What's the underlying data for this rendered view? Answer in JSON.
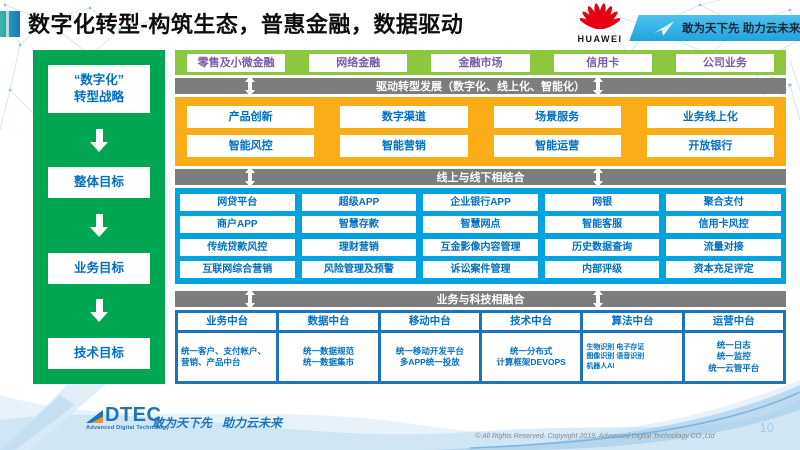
{
  "page": {
    "title": "数字化转型-构筑生态，普惠金融，数据驱动",
    "page_number": "10"
  },
  "header": {
    "brand": "HUAWEI",
    "slogan": "敢为天下先 助力云未来"
  },
  "strategy_panel": {
    "items": [
      {
        "label": "“数字化”\n转型战略"
      },
      {
        "label": "整体目标"
      },
      {
        "label": "业务目标"
      },
      {
        "label": "技术目标"
      }
    ]
  },
  "business_lines": [
    "零售及小微金融",
    "网络金融",
    "金融市场",
    "信用卡",
    "公司业务"
  ],
  "banners": {
    "drive": "驱动转型发展（数字化、线上化、智能化）",
    "online_offline": "线上与线下相结合",
    "tech_fusion": "业务与科技相融合"
  },
  "transform_grid": {
    "rows": [
      [
        "产品创新",
        "数字渠道",
        "场景服务",
        "业务线上化"
      ],
      [
        "智能风控",
        "智能营销",
        "智能运营",
        "开放银行"
      ]
    ]
  },
  "channel_grid": {
    "rows": [
      [
        "网贷平台",
        "超级APP",
        "企业银行APP",
        "网银",
        "聚合支付"
      ],
      [
        "商户APP",
        "智慧存款",
        "智慧网点",
        "智能客服",
        "信用卡风控"
      ],
      [
        "传统贷款风控",
        "理财营销",
        "互金影像内容管理",
        "历史数据查询",
        "流量对接"
      ],
      [
        "互联网综合营销",
        "风险管理及预警",
        "诉讼案件管理",
        "内部评级",
        "资本充足评定"
      ]
    ]
  },
  "middle_platforms": [
    {
      "title": "业务中台",
      "detail": "统一客户、支付帐户、营销、产品中台"
    },
    {
      "title": "数据中台",
      "detail": "统一数据规范\n统一数据集市"
    },
    {
      "title": "移动中台",
      "detail": "统一移动开发平台\n多APP统一投放"
    },
    {
      "title": "技术中台",
      "detail": "统一分布式\n计算框架DEVOPS"
    },
    {
      "title": "算法中台",
      "detail": "生物识别 电子存证\n图像识别 语音识别\n机器人AI"
    },
    {
      "title": "运营中台",
      "detail": "统一日志\n统一监控\n统一云管平台"
    }
  ],
  "footer": {
    "logo_text": "DTEC",
    "logo_subtext": "Advanced Digital Technology",
    "tagline": "敢为天下先   助力云未来",
    "copyright": "© All Rights Reserved. Copyright 2019, Advanced Digital Technology CO.,Ltd"
  },
  "colors": {
    "sidebar_green": "#00A651",
    "line_green": "#8DC63F",
    "banner_gray": "#7D7D7D",
    "gold": "#FBAD18",
    "cyan": "#00A3E0",
    "dark_blue": "#1C75BC",
    "box_text_blue": "#0070C0",
    "purple_text": "#7B5CA8",
    "huawei_red": "#E60012",
    "slogan_banner_blue": "#23A3DD"
  }
}
